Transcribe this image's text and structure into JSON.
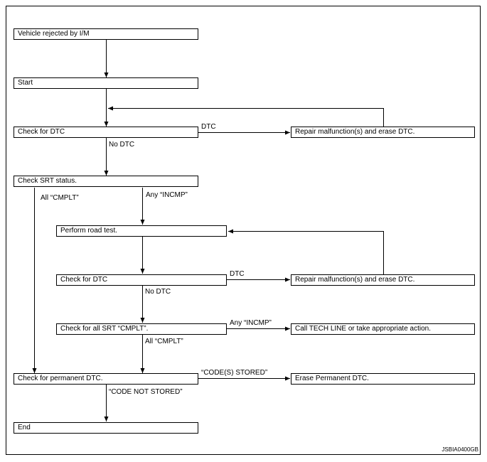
{
  "nodes": {
    "vehicle_rejected": "Vehicle rejected by I/M",
    "start": "Start",
    "check_dtc_1": "Check for DTC",
    "repair_1": "Repair malfunction(s) and erase DTC.",
    "check_srt": "Check SRT status.",
    "road_test": "Perform road test.",
    "check_dtc_2": "Check for DTC",
    "repair_2": "Repair malfunction(s) and erase DTC.",
    "check_all_srt": "Check for all SRT “CMPLT”.",
    "call_tech": "Call TECH LINE or take appropriate action.",
    "check_permanent": "Check for permanent DTC.",
    "erase_permanent": "Erase Permanent DTC.",
    "end": "End"
  },
  "edges": {
    "dtc_1": "DTC",
    "no_dtc_1": "No DTC",
    "all_cmplt_1": "All “CMPLT”",
    "any_incmp_1": "Any “INCMP”",
    "dtc_2": "DTC",
    "no_dtc_2": "No DTC",
    "any_incmp_2": "Any “INCMP”",
    "all_cmplt_2": "All “CMPLT”",
    "code_stored": "“CODE(S) STORED”",
    "code_not_stored": "“CODE NOT STORED”"
  },
  "figure_code": "JSBIA0400GB"
}
